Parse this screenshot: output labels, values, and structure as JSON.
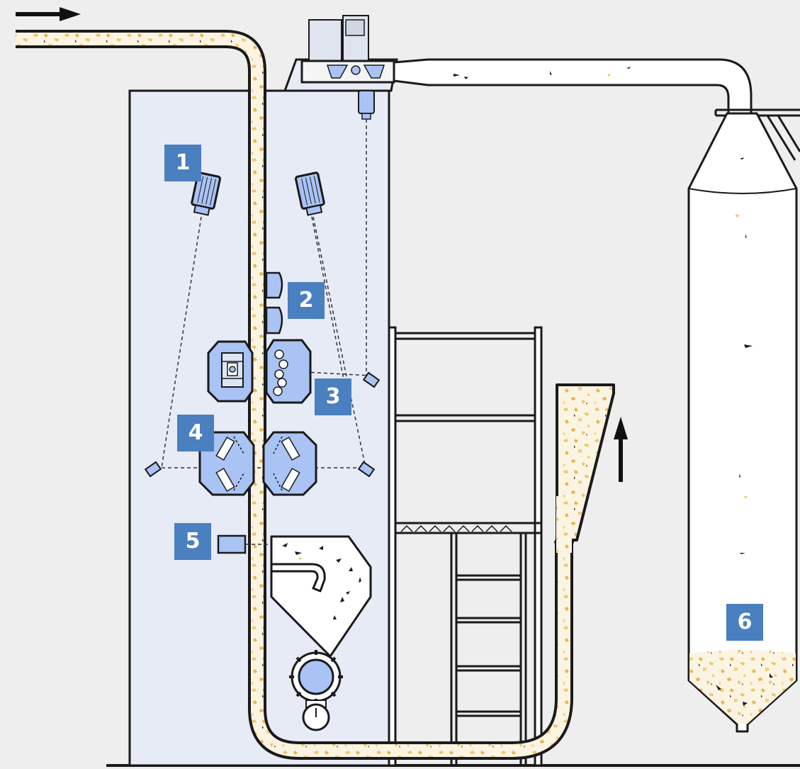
{
  "colors": {
    "background": "#eeeeee",
    "housing": "#e7ebf6",
    "device": "#a9c3f5",
    "label": "#4a7fc0",
    "outline": "#1a1a1a",
    "material": "#f0c568"
  },
  "labels": {
    "l1": "1",
    "l2": "2",
    "l3": "3",
    "l4": "4",
    "l5": "5",
    "l6": "6"
  },
  "icons": {
    "inlet_arrow": "arrow-right-icon",
    "return_arrow": "arrow-up-icon"
  }
}
